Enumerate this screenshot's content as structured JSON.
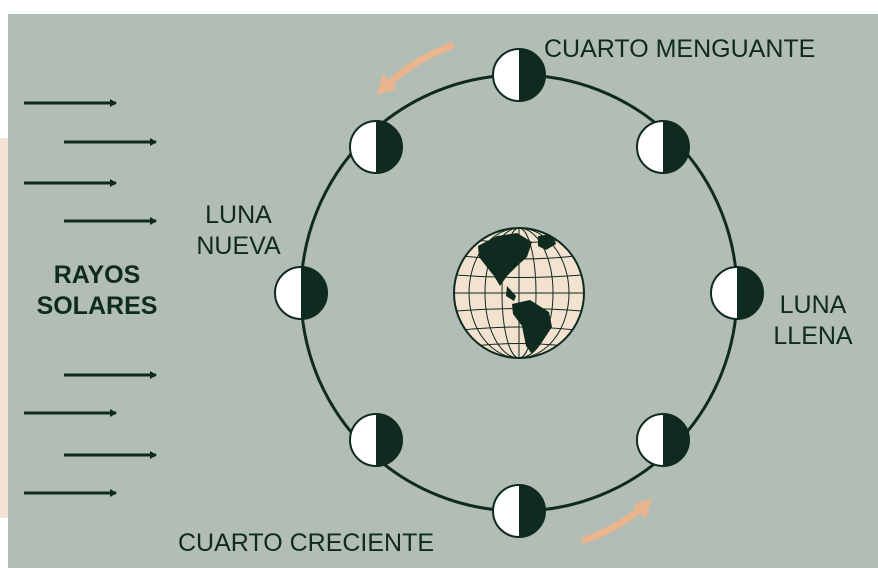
{
  "labels": {
    "rays": "RAYOS\nSOLARES",
    "new_moon": "LUNA\nNUEVA",
    "full_moon": "LUNA\nLLENA",
    "last_quarter": "CUARTO MENGUANTE",
    "first_quarter": "CUARTO CRECIENTE"
  },
  "colors": {
    "background": "#b1bdb5",
    "dark": "#0f2a1f",
    "light": "#ffffff",
    "arrow_accent": "#e9b48e",
    "globe_fill": "#f2e2cf"
  },
  "moon_phases": [
    "new",
    "waning",
    "last-quarter",
    "waning",
    "full",
    "waxing",
    "first-quarter",
    "waxing"
  ],
  "sun_ray_count": 8
}
